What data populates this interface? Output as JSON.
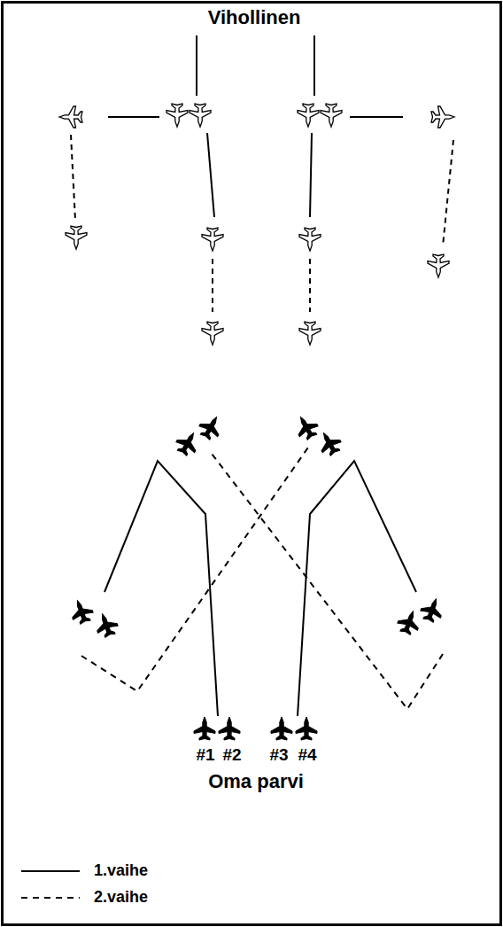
{
  "diagram": {
    "labels": [
      "Vihollinen",
      "#1",
      "#2",
      "#3",
      "#4",
      "Oma parvi"
    ],
    "legend": [
      {
        "text": "1.vaihe"
      },
      {
        "text": "2.vaihe"
      }
    ]
  }
}
